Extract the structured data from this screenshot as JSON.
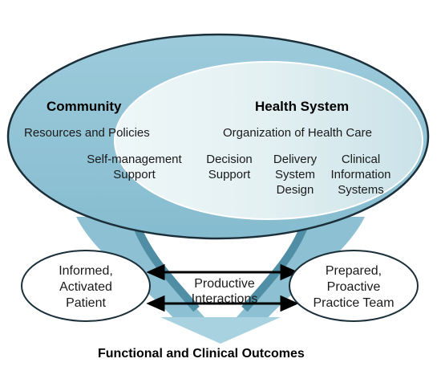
{
  "community": {
    "title": "Community",
    "resources": "Resources and Policies",
    "self_management": [
      "Self-management",
      "Support"
    ]
  },
  "health_system": {
    "title": "Health System",
    "organization": "Organization of Health Care",
    "decision_support": [
      "Decision",
      "Support"
    ],
    "delivery_design": [
      "Delivery",
      "System",
      "Design"
    ],
    "clinical_info": [
      "Clinical",
      "Information",
      "Systems"
    ]
  },
  "patient": [
    "Informed,",
    "Activated",
    "Patient"
  ],
  "team": [
    "Prepared,",
    "Proactive",
    "Practice Team"
  ],
  "interactions": [
    "Productive",
    "Interactions"
  ],
  "outcomes": "Functional and Clinical Outcomes",
  "colors": {
    "outer_ellipse": "#8fc1d3",
    "inner_ellipse": "#d9ecef",
    "stroke": "#1b2f3a",
    "arrow": "#7fb8cc"
  }
}
